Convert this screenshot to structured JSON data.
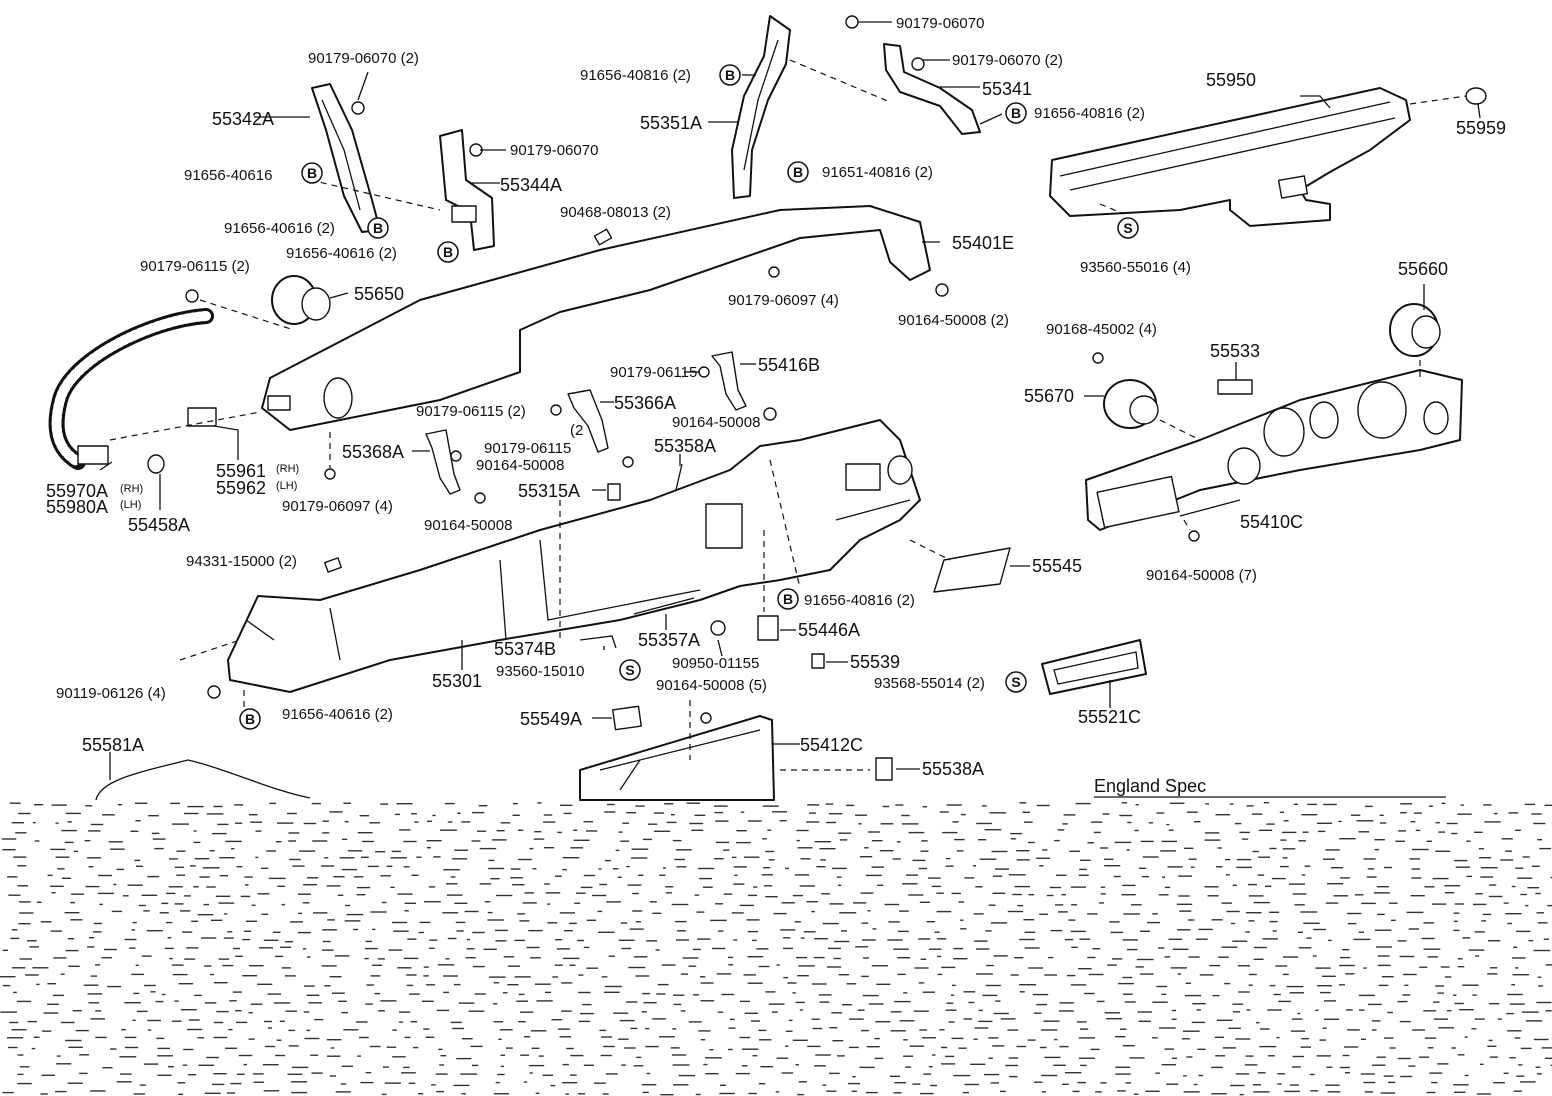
{
  "labels": {
    "l55342A": "55342A",
    "l55344A": "55344A",
    "l55351A": "55351A",
    "l55341": "55341",
    "l55950": "55950",
    "l55959": "55959",
    "l55401E": "55401E",
    "l55650": "55650",
    "l55660": "55660",
    "l55533": "55533",
    "l55670": "55670",
    "l55416B": "55416B",
    "l55366A": "55366A",
    "l55368A": "55368A",
    "l55358A": "55358A",
    "l55315A": "55315A",
    "l55961": "55961",
    "l55962": "55962",
    "l55970A": "55970A",
    "l55980A": "55980A",
    "l55458A": "55458A",
    "l55410C": "55410C",
    "l55545": "55545",
    "l55446A": "55446A",
    "l55357A": "55357A",
    "l55374B": "55374B",
    "l55301": "55301",
    "l55539": "55539",
    "l55521C": "55521C",
    "l55549A": "55549A",
    "l55412C": "55412C",
    "l55538A": "55538A",
    "l55581A": "55581A",
    "rh": "(RH)",
    "lh": "(LH)",
    "rh2": "(RH)",
    "lh2": "(LH)",
    "f_9017906070_2a": "90179-06070 (2)",
    "f_9017906070a": "90179-06070",
    "f_9017906070b": "90179-06070",
    "f_9017906070_2b": "90179-06070 (2)",
    "f_9165640816_2a": "91656-40816 (2)",
    "f_9165640816_2b": "91656-40816 (2)",
    "f_9165140816_2": "91651-40816 (2)",
    "f_9165640616": "91656-40616",
    "f_9165640616_2a": "91656-40616 (2)",
    "f_9165640616_2b": "91656-40616 (2)",
    "f_9046808013_2": "90468-08013 (2)",
    "f_9017906115_2": "90179-06115 (2)",
    "f_9017906097_4a": "90179-06097 (4)",
    "f_9016450008_2": "90164-50008 (2)",
    "f_9356055016_4": "93560-55016 (4)",
    "f_9016845002_4": "90168-45002 (4)",
    "f_9017906115a": "90179-06115",
    "f_9016450008a": "90164-50008",
    "f_9017906115_2b": "90179-06115 (2)",
    "f_9017906115b": "90179-06115",
    "f_9016450008b": "90164-50008",
    "f_9016450008c": "90164-50008",
    "f_9017906097_4b": "90179-06097 (4)",
    "f_9433115000_2": "94331-15000 (2)",
    "f_9165640816_2c": "91656-40816 (2)",
    "f_9016450008_7": "90164-50008 (7)",
    "f_9356015010": "93560-15010",
    "f_9095001155": "90950-01155",
    "f_9016450008_5": "90164-50008 (5)",
    "f_9356855014_2": "93568-55014 (2)",
    "f_9011906126_4": "90119-06126 (4)",
    "f_9165640616_2c": "91656-40616 (2)",
    "paren2": "(2",
    "england": "England Spec"
  },
  "badges": {
    "b": "B",
    "s": "S"
  }
}
